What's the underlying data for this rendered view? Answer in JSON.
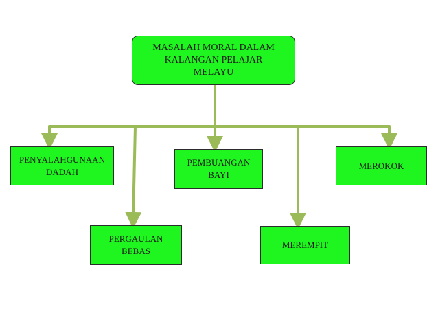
{
  "root": {
    "lines": [
      "MASALAH MORAL DALAM",
      "KALANGAN PELAJAR",
      "MELAYU"
    ]
  },
  "children": [
    {
      "id": "penyalahgunaan-dadah",
      "lines": [
        "PENYALAHGUNAAN",
        "DADAH"
      ]
    },
    {
      "id": "pembuangan-bayi",
      "lines": [
        "PEMBUANGAN",
        "BAYI"
      ]
    },
    {
      "id": "merokok",
      "lines": [
        "MEROKOK"
      ]
    },
    {
      "id": "pergaulan-bebas",
      "lines": [
        "PERGAULAN",
        "BEBAS"
      ]
    },
    {
      "id": "merempit",
      "lines": [
        "MEREMPIT"
      ]
    }
  ],
  "colors": {
    "box_fill": "#1ff51f",
    "box_border": "#2b2b2b",
    "connector": "#9bbb59",
    "text": "#1a1a1a"
  }
}
